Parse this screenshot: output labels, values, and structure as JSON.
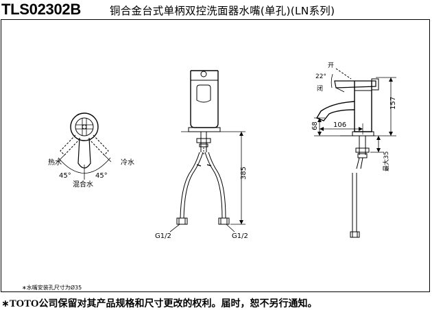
{
  "title": {
    "model": "TLS02302B",
    "product": "铜合金台式单柄双控洗面器水嘴(单孔)(LN系列)"
  },
  "top_view": {
    "hot_label": "热水",
    "cold_label": "冷水",
    "mix_label": "混合水",
    "angle_left": "45°",
    "angle_right": "45°"
  },
  "front_view": {
    "height_dim": "385",
    "thread_left": "G1/2",
    "thread_right": "G1/2"
  },
  "side_view": {
    "open_label": "开",
    "close_label": "闭",
    "angle": "22°",
    "height_dim": "157",
    "spout_height_dim": "68",
    "reach_dim": "106",
    "max_label": "最大35"
  },
  "note": "∗水嘴安装孔尺寸为Ø35",
  "footer": {
    "mark": "∗",
    "brand": "TOTO",
    "text": "公司保留对其产品规格和尺寸更改的权利。届时，恕不另行通知。"
  }
}
